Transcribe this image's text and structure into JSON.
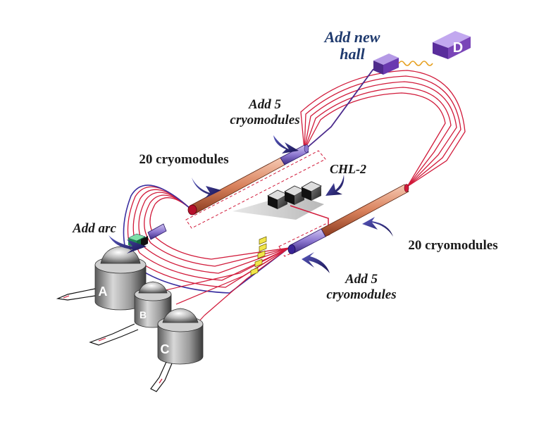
{
  "labels": {
    "add_new_hall_line1": "Add new",
    "add_new_hall_line2": "hall",
    "add5_top_line1": "Add 5",
    "add5_top_line2": "cryomodules",
    "cryo20_left": "20 cryomodules",
    "chl2": "CHL-2",
    "add_arc": "Add arc",
    "cryo20_right": "20 cryomodules",
    "add5_bottom_line1": "Add 5",
    "add5_bottom_line2": "cryomodules"
  },
  "halls": {
    "a": "A",
    "b": "B",
    "c": "C",
    "d": "D"
  },
  "colors": {
    "beam_red": "#d11a3a",
    "linac_copper": "#d9825c",
    "cryo_purple": "#4b2a8c",
    "hall_d_purple": "#7a45b8",
    "arrow_navy": "#23206e",
    "hall_gray": "#9a9a9a",
    "magnet_yellow": "#f1e64a",
    "arc_green": "#2aa36a"
  }
}
